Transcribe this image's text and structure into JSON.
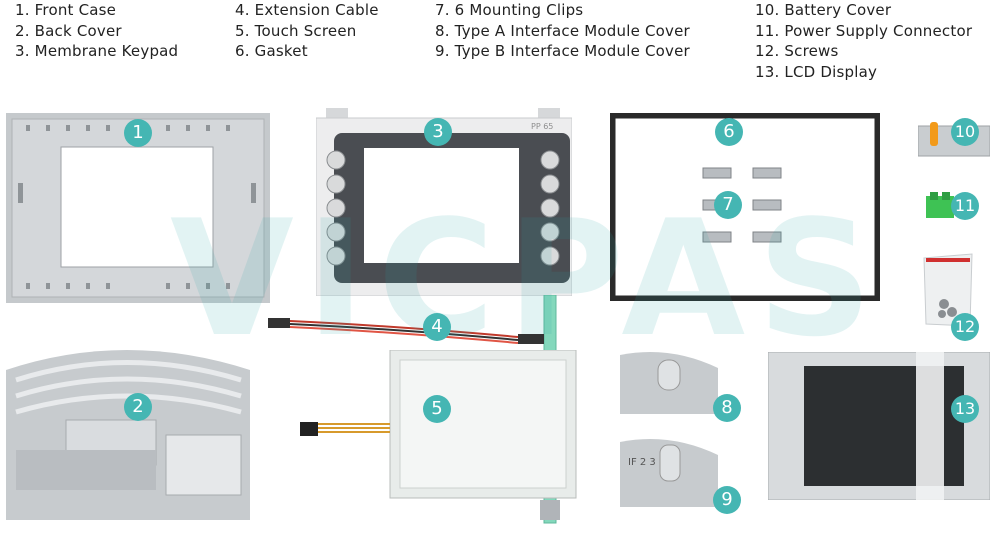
{
  "legend": {
    "col1": [
      "1. Front Case",
      "2. Back Cover",
      "3. Membrane Keypad"
    ],
    "col2": [
      "4. Extension Cable",
      "5. Touch Screen",
      "6. Gasket"
    ],
    "col3": [
      "7. 6 Mounting Clips",
      "8. Type A Interface Module Cover",
      "9. Type B Interface Module Cover"
    ],
    "col4": [
      "10. Battery Cover",
      "11. Power Supply Connector",
      "12. Screws",
      "13. LCD Display"
    ]
  },
  "watermark": "VICPAS",
  "badges": [
    "1",
    "2",
    "3",
    "4",
    "5",
    "6",
    "7",
    "8",
    "9",
    "10",
    "11",
    "12",
    "13"
  ],
  "part_labels": {
    "keypad_brand": "PP 65",
    "if_cover_text": "IF 2 3"
  },
  "colors": {
    "badge": "#45b6b3",
    "case_gray": "#c9cdd0",
    "keypad_dark": "#4a4d52",
    "gasket": "#2a2a2a",
    "flex_cable": "#7fd6b8",
    "cable_red": "#c0392b",
    "connector_green": "#3ec254"
  }
}
